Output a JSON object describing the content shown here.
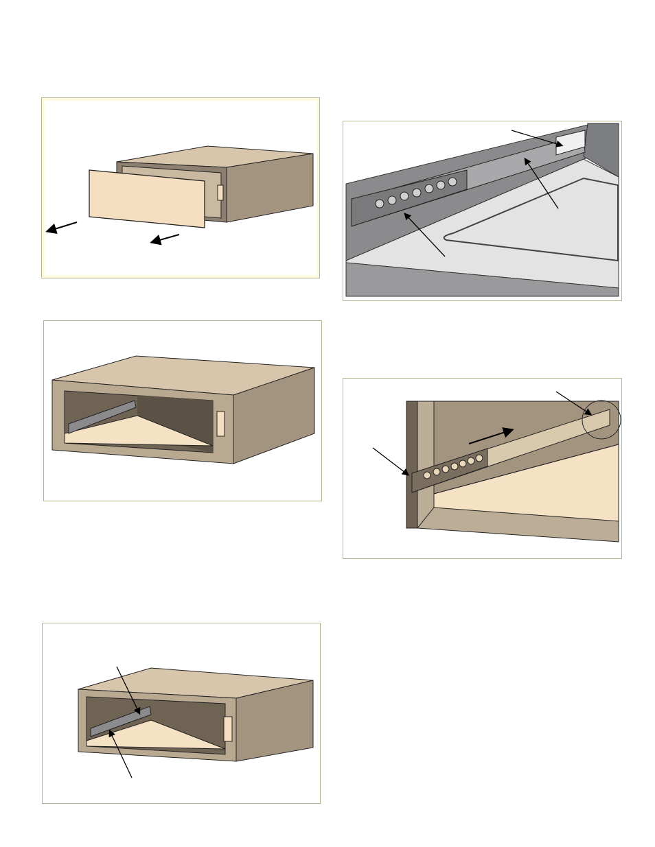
{
  "page": {
    "figures": [
      {
        "id": "fig-remove-drawer"
      },
      {
        "id": "fig-rail-closeup"
      },
      {
        "id": "fig-cabinet-open"
      },
      {
        "id": "fig-rail-slide"
      },
      {
        "id": "fig-rail-callouts"
      }
    ]
  },
  "colors": {
    "frame_border": "#b9b58a",
    "frame_inner": "#fdfbe6",
    "cabinet_top": "#d7c6ab",
    "cabinet_side": "#a39480",
    "drawer_front": "#f6dfc0",
    "cavity_dark": "#6f6354",
    "floor": "#f5e1c4",
    "rail_gray": "#8b8b8d",
    "closeup_wall": "#7d7e81",
    "closeup_floor": "#e3e3e3"
  }
}
